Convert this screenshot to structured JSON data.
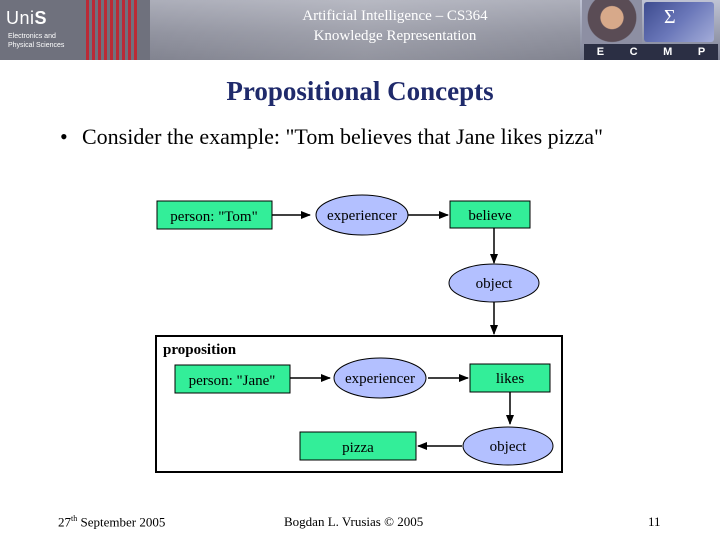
{
  "header": {
    "title_line1": "Artificial Intelligence – CS364",
    "title_line2": "Knowledge Representation",
    "logo_uni": "Uni",
    "logo_s": "S",
    "logo_dept_line1": "Electronics and",
    "logo_dept_line2": "Physical Sciences",
    "ecmp_letters": [
      "E",
      "C",
      "M",
      "P"
    ]
  },
  "slide": {
    "title": "Propositional Concepts",
    "bullet": "Consider the example: \"Tom believes that Jane likes pizza\""
  },
  "diagram": {
    "nodes": {
      "person_tom": "person: \"Tom\"",
      "experiencer_top": "experiencer",
      "believe": "believe",
      "object_top": "object",
      "proposition": "proposition",
      "person_jane": "person: \"Jane\"",
      "experiencer_bottom": "experiencer",
      "likes": "likes",
      "pizza": "pizza",
      "object_bottom": "object"
    },
    "colors": {
      "concept": "#33ee99",
      "relation": "#b3c0ff",
      "stroke": "#000000"
    }
  },
  "footer": {
    "date_day": "27",
    "date_suffix": "th",
    "date_rest": " September 2005",
    "author": "Bogdan L. Vrusias © 2005",
    "page": "11"
  }
}
